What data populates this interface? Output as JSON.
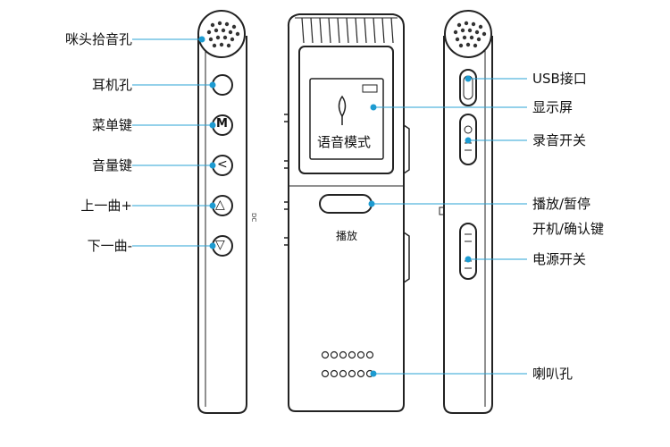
{
  "left_labels": {
    "mic": "咪头拾音孔",
    "earphone": "耳机孔",
    "menu_key": "菜单键",
    "volume_key": "音量键",
    "prev_track": "上一曲+",
    "next_track": "下一曲-"
  },
  "right_labels": {
    "usb": "USB接口",
    "display": "显示屏",
    "record_switch": "录音开关",
    "play_pause": "播放/暂停",
    "power_confirm": "开机/确认键",
    "power_switch": "电源开关",
    "speaker": "喇叭孔"
  },
  "device": {
    "screen_text": "语音模式",
    "play_button_text": "播放",
    "menu_glyph": "M",
    "volume_glyph": "<",
    "up_glyph": "△",
    "down_glyph": "▽"
  },
  "colors": {
    "leader": "#29a3d6",
    "dot": "#1d9bd1",
    "outline": "#222222"
  }
}
